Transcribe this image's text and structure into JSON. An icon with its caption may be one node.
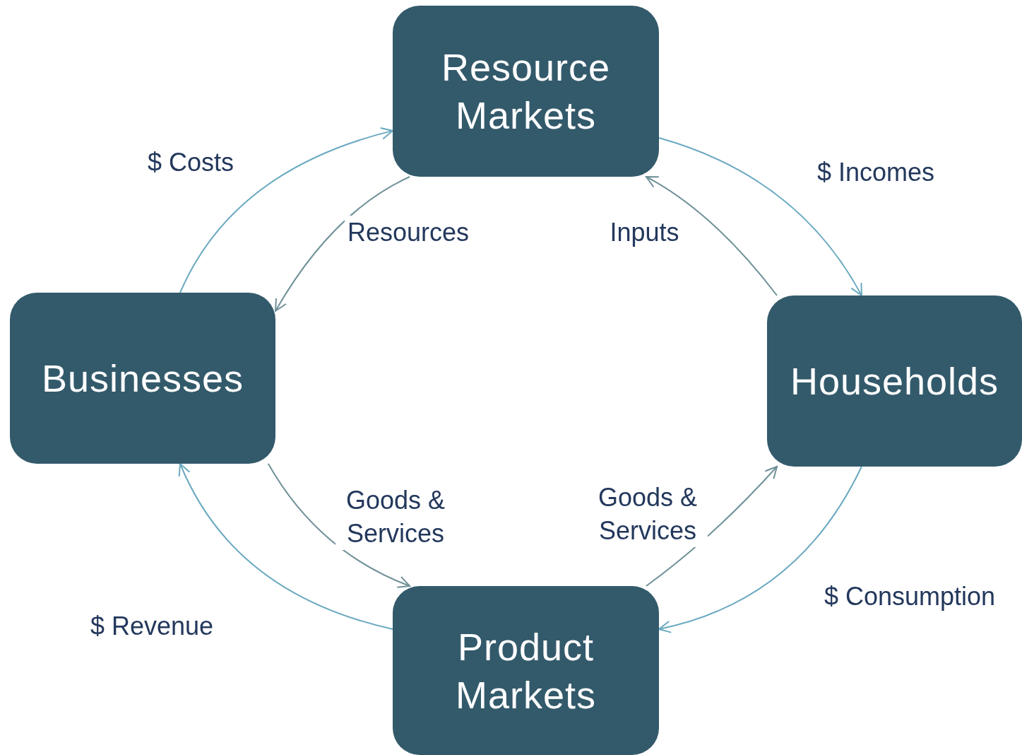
{
  "diagram": {
    "nodes": [
      {
        "text": [
          "Resource Markets"
        ]
      },
      {
        "text": [
          "Businesses"
        ]
      },
      {
        "text": [
          "Households"
        ]
      },
      {
        "text": [
          "Product Markets"
        ]
      }
    ],
    "edges": [
      {
        "from": 1,
        "to": 0,
        "arrow": "to",
        "label": "$ Costs",
        "color": "#6aa9c0"
      },
      {
        "from": 0,
        "to": 1,
        "arrow": "to",
        "label": "Resources",
        "color": "#6f9197"
      },
      {
        "from": 0,
        "to": 2,
        "arrow": "to",
        "label": "$ Incomes",
        "color": "#6aa9c0"
      },
      {
        "from": 2,
        "to": 0,
        "arrow": "to",
        "label": "Inputs",
        "color": "#6f9197"
      },
      {
        "from": 2,
        "to": 3,
        "arrow": "to",
        "label": "$ Consumption",
        "color": "#6aa9c0"
      },
      {
        "from": 3,
        "to": 2,
        "arrow": "to",
        "label": "Goods & Services",
        "color": "#6f9197"
      },
      {
        "from": 1,
        "to": 3,
        "arrow": "to",
        "label": "Goods & Services",
        "color": "#6f9197"
      },
      {
        "from": 3,
        "to": 1,
        "arrow": "to",
        "label": "$ Revenue",
        "color": "#6aa9c0"
      }
    ]
  }
}
